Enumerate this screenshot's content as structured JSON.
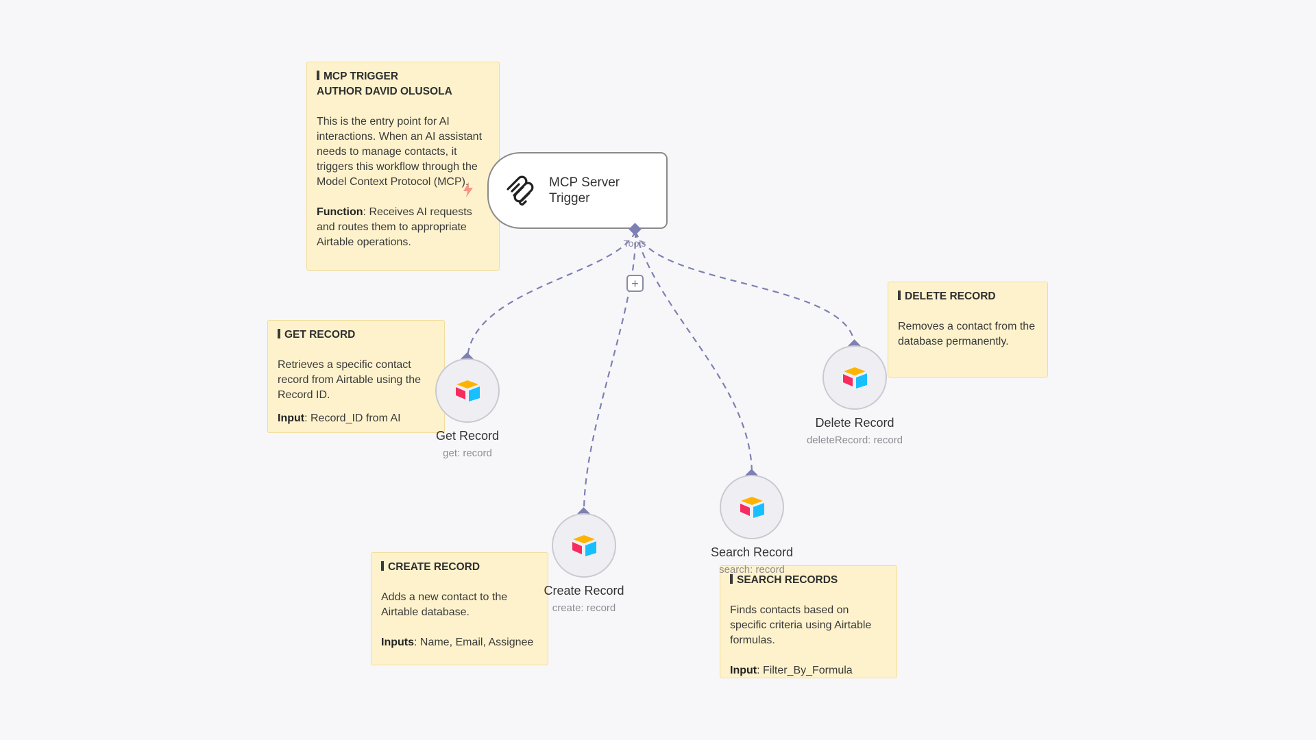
{
  "trigger_node": {
    "label": "MCP Server\nTrigger",
    "output_label": "Tools",
    "icon": "mcp-icon"
  },
  "tool_nodes": [
    {
      "label": "Get Record",
      "subtitle": "get: record",
      "icon": "airtable-icon"
    },
    {
      "label": "Create Record",
      "subtitle": "create: record",
      "icon": "airtable-icon"
    },
    {
      "label": "Search Record",
      "subtitle": "search: record",
      "icon": "airtable-icon"
    },
    {
      "label": "Delete Record",
      "subtitle": "deleteRecord: record",
      "icon": "airtable-icon"
    }
  ],
  "sticky_notes": {
    "mcp": {
      "title": "MCP TRIGGER\nAUTHOR DAVID OLUSOLA",
      "body": "This is the entry point for AI interactions. When an AI assistant needs to manage contacts, it triggers this workflow through the Model Context Protocol (MCP).",
      "field_label": "Function",
      "field_text": ": Receives AI requests and routes them to appropriate Airtable operations."
    },
    "get": {
      "title": "GET RECORD",
      "body": "Retrieves a specific contact record from Airtable using the Record ID.",
      "field_label": "Input",
      "field_text": ": Record_ID from AI"
    },
    "delete": {
      "title": "DELETE RECORD",
      "body": "Removes a contact from the database permanently."
    },
    "create": {
      "title": "CREATE RECORD",
      "body": "Adds a new contact to the Airtable database.",
      "field_label": "Inputs",
      "field_text": ": Name, Email, Assignee"
    },
    "search": {
      "title": "SEARCH RECORDS",
      "body": "Finds contacts based on specific criteria using Airtable formulas.",
      "field_label": "Input",
      "field_text": ": Filter_By_Formula"
    }
  },
  "colors": {
    "sticky_bg": "#fdf2cc",
    "edge": "#7d80b3",
    "canvas": "#f7f7f9"
  }
}
